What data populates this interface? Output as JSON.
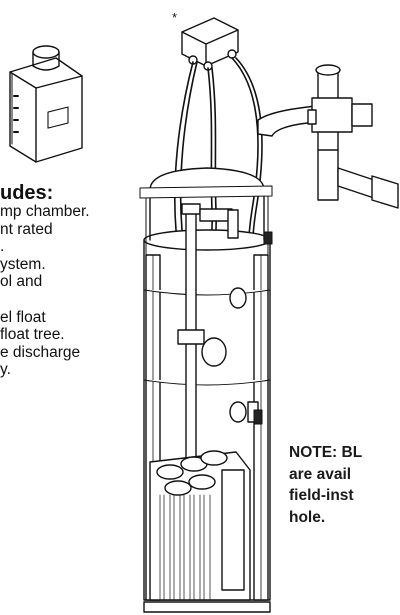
{
  "heading": "udes:",
  "includes_lines": [
    "mp chamber.",
    "nt rated",
    ".",
    "ystem.",
    "ol and",
    "",
    "el float",
    "float tree.",
    "e discharge",
    "y."
  ],
  "note_lines": [
    "NOTE: BL",
    "are avail",
    "field-inst",
    "hole."
  ],
  "asterisk": "*"
}
